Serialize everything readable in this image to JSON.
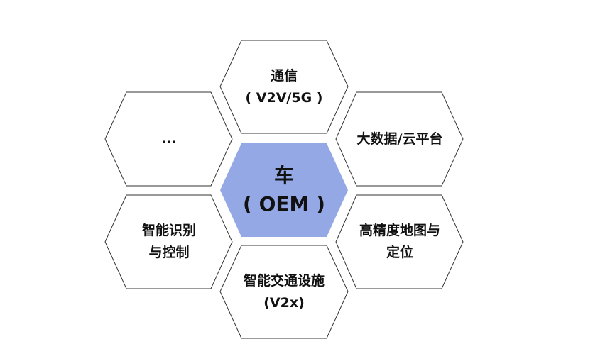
{
  "colors": {
    "center_fill": "#94a8e6",
    "border": "#333333",
    "text": "#111111"
  },
  "center": {
    "line1": "车",
    "line2": "( OEM )"
  },
  "nodes": [
    {
      "id": "top",
      "line1": "通信",
      "line2": "( V2V/5G )"
    },
    {
      "id": "upper-right",
      "line1": "大数据/云平台",
      "line2": ""
    },
    {
      "id": "lower-right",
      "line1": "高精度地图与",
      "line2": "定位"
    },
    {
      "id": "bottom",
      "line1": "智能交通设施",
      "line2": "(V2x)"
    },
    {
      "id": "lower-left",
      "line1": "智能识别",
      "line2": "与控制"
    },
    {
      "id": "upper-left",
      "line1": "...",
      "line2": ""
    }
  ]
}
